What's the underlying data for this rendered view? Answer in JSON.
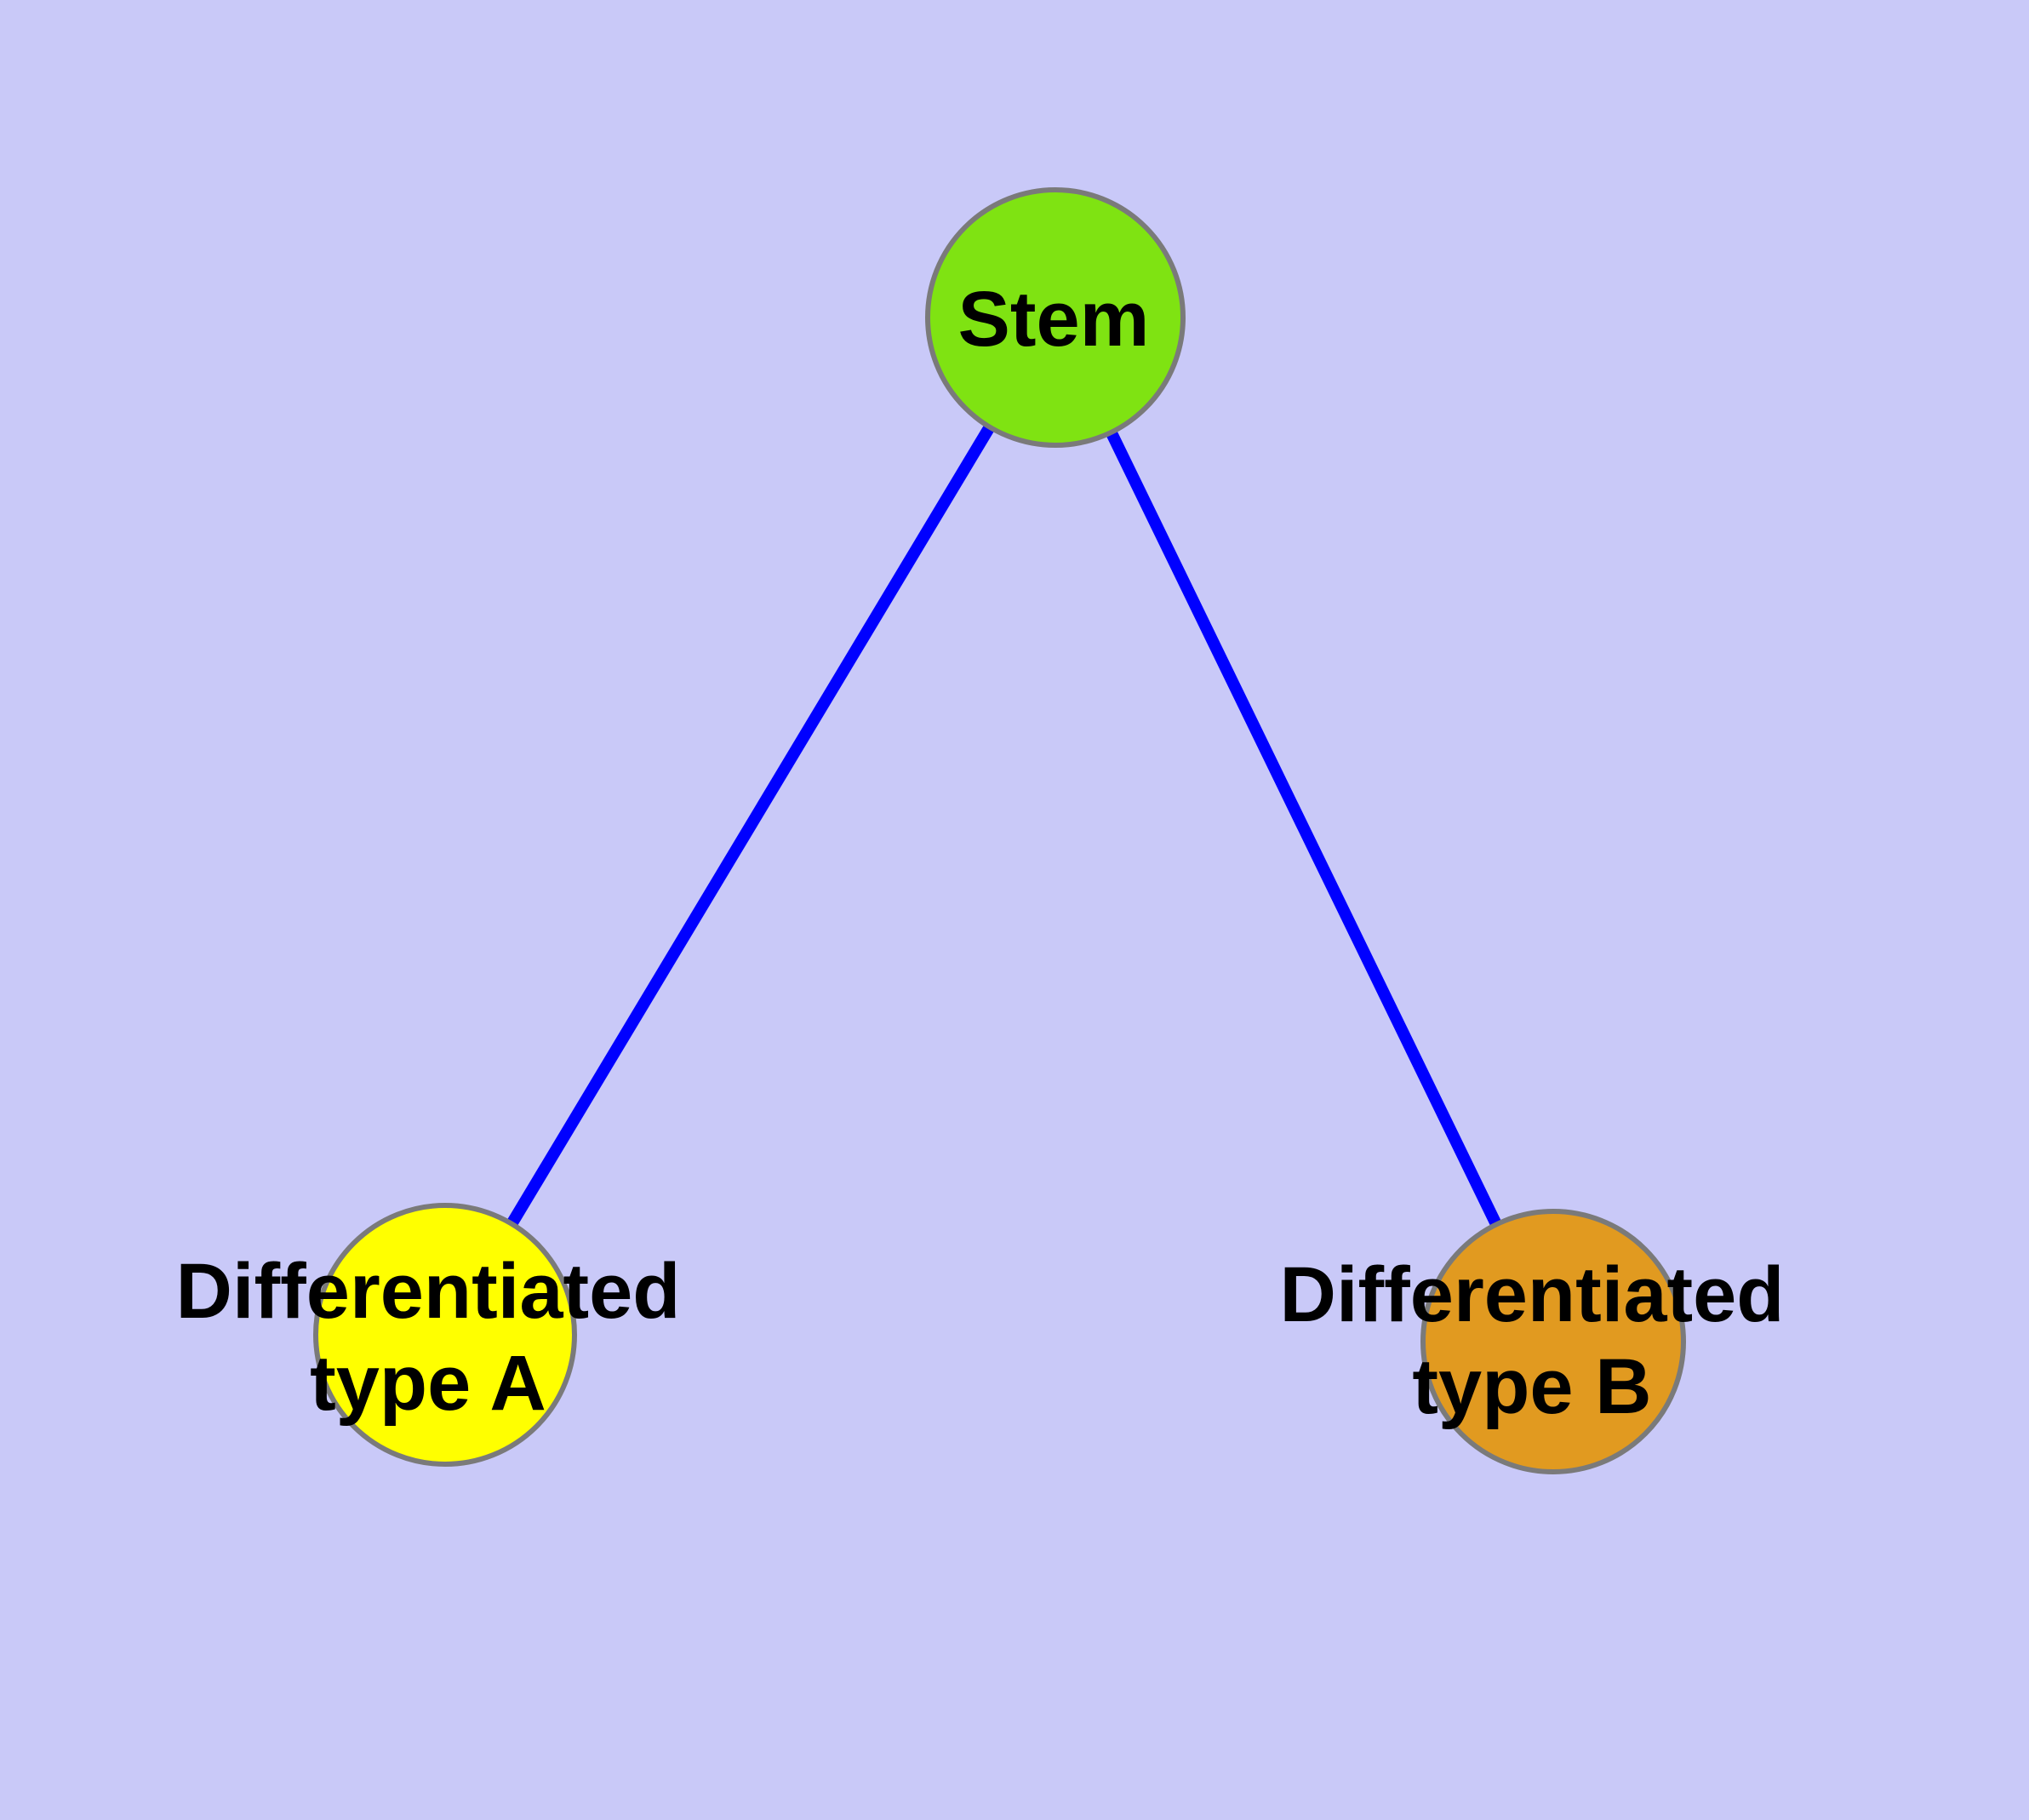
{
  "diagram": {
    "background_color": "#C9C9F8",
    "node_border_color": "#7A7A7A",
    "edge_color": "#0000FF",
    "nodes": [
      {
        "id": "stem",
        "lines": [
          "Stem"
        ],
        "fill": "#7FE312"
      },
      {
        "id": "type-a",
        "lines": [
          "Differentiated",
          "type A"
        ],
        "fill": "#FFFF00"
      },
      {
        "id": "type-b",
        "lines": [
          "Differentiated",
          "type B"
        ],
        "fill": "#E19A20"
      }
    ],
    "edges": [
      {
        "from": "stem",
        "to": "type-a"
      },
      {
        "from": "stem",
        "to": "type-b"
      }
    ]
  }
}
